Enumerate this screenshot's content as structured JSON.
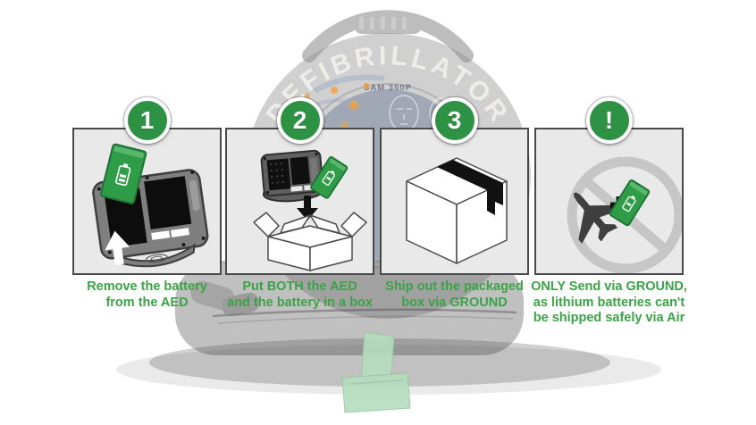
{
  "background": {
    "case_label": "DEFIBRILLATOR",
    "model_label": "SAM 350P"
  },
  "steps": [
    {
      "badge": "1",
      "caption_lines": [
        "Remove the battery",
        "from the AED"
      ]
    },
    {
      "badge": "2",
      "caption_lines": [
        "Put BOTH the AED",
        "and the battery in a box"
      ]
    },
    {
      "badge": "3",
      "caption_lines": [
        "Ship out the packaged",
        "box via GROUND"
      ]
    },
    {
      "badge": "!",
      "caption_lines": [
        "ONLY Send via GROUND,",
        "as lithium batteries can't",
        "be shipped safely via Air"
      ]
    }
  ],
  "colors": {
    "badge_green": "#2e9245",
    "caption_green": "#3aa346",
    "battery_green": "#2f9d47",
    "panel_background": "#e9e9e9",
    "panel_border": "#4a4a4a",
    "tag_mint": "#b5ddbd",
    "tape_black": "#111111",
    "prohibition_gray": "#c6c6c6"
  }
}
